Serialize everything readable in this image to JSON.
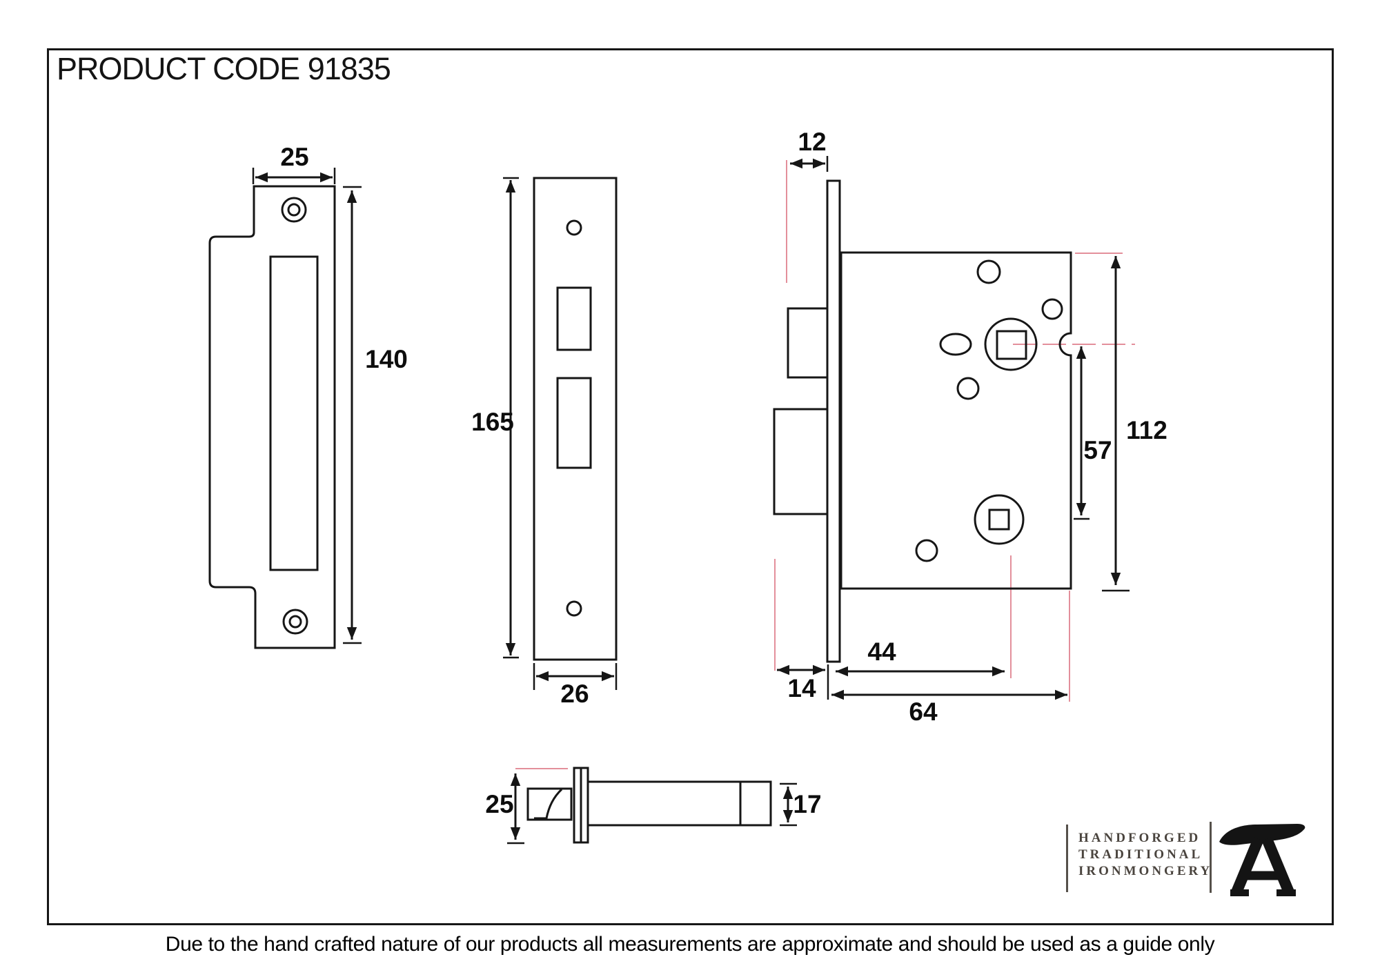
{
  "title": "PRODUCT CODE 91835",
  "disclaimer": "Due to the hand crafted nature of our products all measurements are approximate and should be used as a guide only",
  "logo": {
    "line1": "HANDFORGED",
    "line2": "TRADITIONAL",
    "line3": "IRONMONGERY",
    "icon": "anvil-icon"
  },
  "colors": {
    "line": "#161616",
    "construction_pink": "#e38f9b",
    "logo_text": "#4a443e"
  },
  "dimensions": {
    "strike_plate_width": "25",
    "strike_plate_height": "140",
    "faceplate_height": "165",
    "faceplate_width": "26",
    "forend_offset": "12",
    "spindle_spacing": "57",
    "case_height": "112",
    "backset": "44",
    "latch_depth": "14",
    "case_depth": "64",
    "bolt_height": "25",
    "shaft_height": "17"
  }
}
